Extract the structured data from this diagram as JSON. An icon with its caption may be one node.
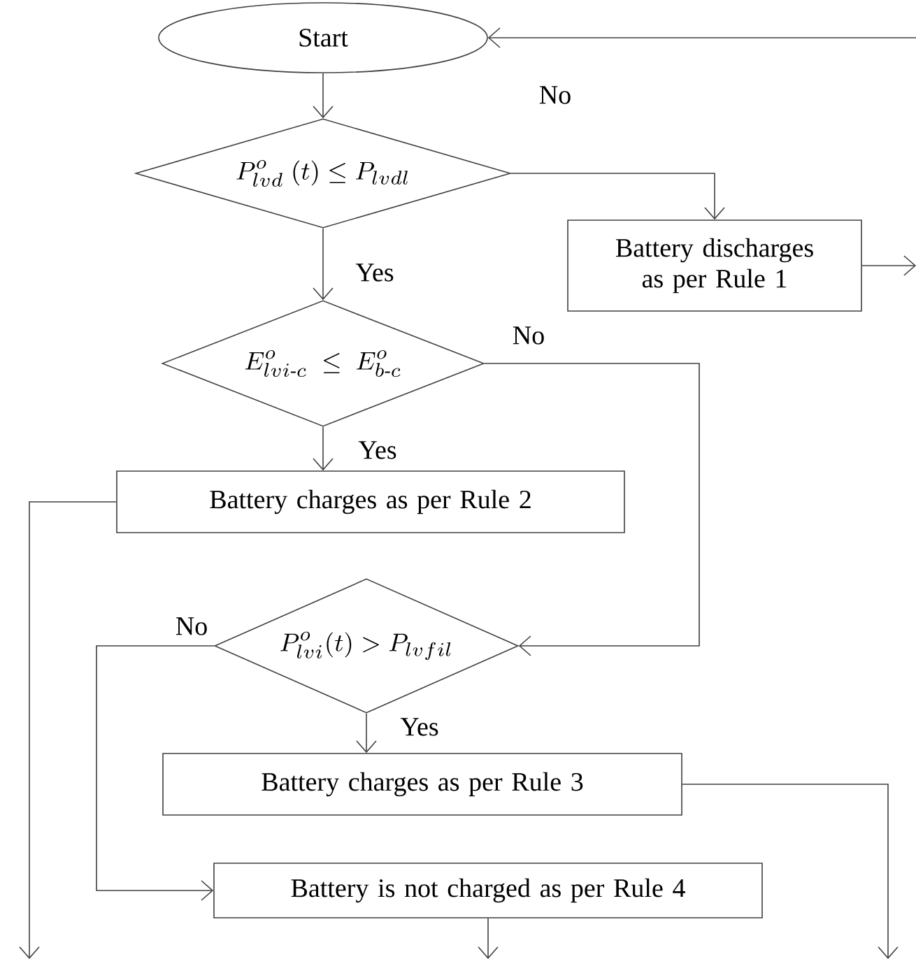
{
  "diagram": {
    "nodes": [
      {
        "text": [
          "Start"
        ]
      },
      {
        "text": [
          "P^{o}_{lvd}\\ (t) \\leq P_{lvdl}"
        ]
      },
      {
        "text": [
          "Battery discharges as per Rule 1"
        ]
      },
      {
        "text": [
          "E^{o}_{lvi\\text{-}c} \\ \\leq\\ E^{o}_{b\\text{-}c}"
        ]
      },
      {
        "text": [
          "Battery charges as per Rule 2"
        ]
      },
      {
        "text": [
          "P^{o}_{lvi}(t) > P_{lvfil}"
        ]
      },
      {
        "text": [
          "Battery charges as per Rule 3"
        ]
      },
      {
        "text": [
          "Battery is not charged as per Rule 4"
        ]
      }
    ],
    "edges": [
      {
        "from": 0,
        "to": 1,
        "arrow": "to"
      },
      {
        "from": 1,
        "to": 2,
        "arrow": "to",
        "label": "No"
      },
      {
        "from": 1,
        "to": 3,
        "arrow": "to",
        "label": "Yes"
      },
      {
        "from": 3,
        "to": 4,
        "arrow": "to",
        "label": "Yes"
      },
      {
        "from": 3,
        "to": 5,
        "arrow": "to",
        "label": "No"
      },
      {
        "from": 5,
        "to": 6,
        "arrow": "to",
        "label": "Yes"
      },
      {
        "from": 5,
        "to": 7,
        "arrow": "to",
        "label": "No"
      },
      {
        "from": 2,
        "to": null,
        "arrow": "to"
      },
      {
        "from": null,
        "to": 0,
        "arrow": "to"
      },
      {
        "from": 4,
        "to": null,
        "arrow": "to"
      },
      {
        "from": 7,
        "to": null,
        "arrow": "to"
      },
      {
        "from": 6,
        "to": null,
        "arrow": "to"
      }
    ]
  }
}
